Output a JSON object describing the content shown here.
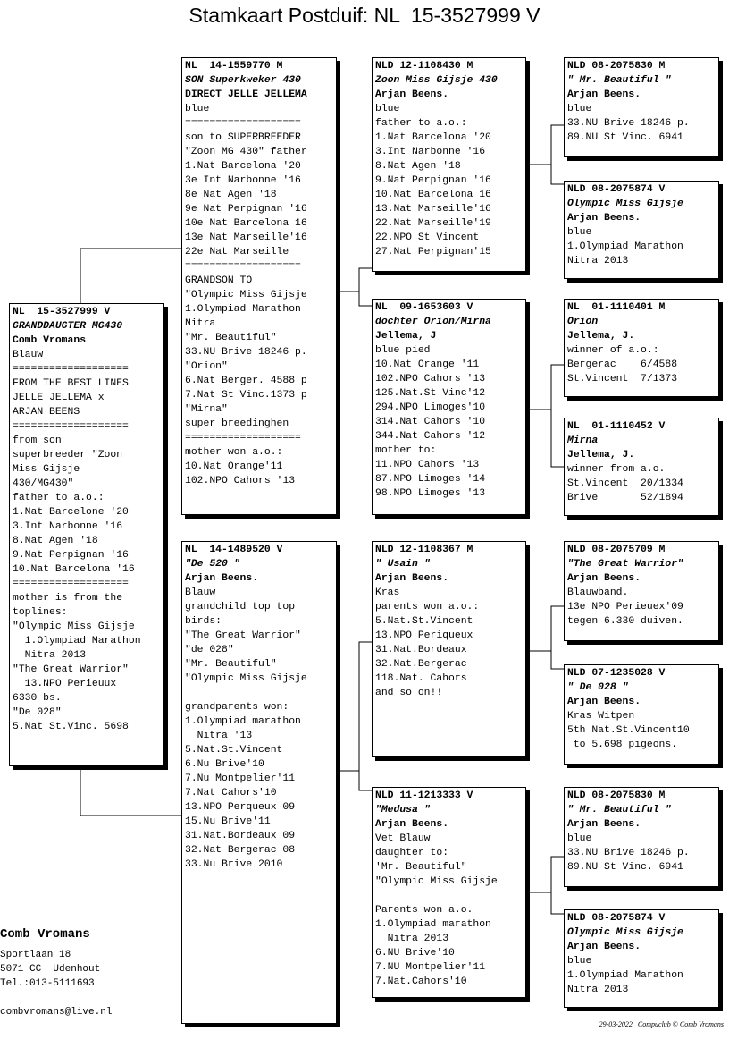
{
  "title": "Stamkaart Postduif: NL  15-3527999 V",
  "cards": {
    "subject": {
      "ring": "NL  15-3527999 V",
      "name": "GRANDDAUGTER MG430",
      "owner": "Comb Vromans",
      "lines": [
        "Blauw",
        "===================",
        "FROM THE BEST LINES",
        "JELLE JELLEMA x",
        "ARJAN BEENS",
        "===================",
        "from son",
        "superbreeder \"Zoon",
        "Miss Gijsje",
        "430/MG430\"",
        "father to a.o.:",
        "1.Nat Barcelone '20",
        "3.Int Narbonne '16",
        "8.Nat Agen '18",
        "9.Nat Perpignan '16",
        "10.Nat Barcelona '16",
        "===================",
        "mother is from the",
        "toplines:",
        "\"Olympic Miss Gijsje",
        "  1.Olympiad Marathon",
        "  Nitra 2013",
        "\"The Great Warrior\"",
        "  13.NPO Perieuux",
        "6330 bs.",
        "\"De 028\"",
        "5.Nat St.Vinc. 5698"
      ]
    },
    "sire": {
      "ring": "NL  14-1559770 M",
      "name": "SON Superkweker 430",
      "owner": "DIRECT JELLE JELLEMA",
      "lines": [
        "blue",
        "===================",
        "son to SUPERBREEDER",
        "\"Zoon MG 430\" father",
        "1.Nat Barcelona '20",
        "3e Int Narbonne '16",
        "8e Nat Agen '18",
        "9e Nat Perpignan '16",
        "10e Nat Barcelona 16",
        "13e Nat Marseille'16",
        "22e Nat Marseille",
        "===================",
        "GRANDSON TO",
        "\"Olympic Miss Gijsje",
        "1.Olympiad Marathon",
        "Nitra",
        "\"Mr. Beautiful\"",
        "33.NU Brive 18246 p.",
        "\"Orion\"",
        "6.Nat Berger. 4588 p",
        "7.Nat St Vinc.1373 p",
        "\"Mirna\"",
        "super breedinghen",
        "===================",
        "mother won a.o.:",
        "10.Nat Orange'11",
        "102.NPO Cahors '13"
      ]
    },
    "dam": {
      "ring": "NL  14-1489520 V",
      "name": "\"De 520 \"",
      "owner": "Arjan Beens.",
      "lines": [
        "Blauw",
        "grandchild top top",
        "birds:",
        "\"The Great Warrior\"",
        "\"de 028\"",
        "\"Mr. Beautiful\"",
        "\"Olympic Miss Gijsje",
        "",
        "grandparents won:",
        "1.Olympiad marathon",
        "  Nitra '13",
        "5.Nat.St.Vincent",
        "6.Nu Brive'10",
        "7.Nu Montpelier'11",
        "7.Nat Cahors'10",
        "13.NPO Perqueux 09",
        "15.Nu Brive'11",
        "31.Nat.Bordeaux 09",
        "32.Nat Bergerac 08",
        "33.Nu Brive 2010"
      ]
    },
    "ss": {
      "ring": "NLD 12-1108430 M",
      "name": "Zoon Miss Gijsje 430",
      "owner": "Arjan Beens.",
      "lines": [
        "blue",
        "father to a.o.:",
        "1.Nat Barcelona '20",
        "3.Int Narbonne '16",
        "8.Nat Agen '18",
        "9.Nat Perpignan '16",
        "10.Nat Barcelona 16",
        "13.Nat Marseille'16",
        "22.Nat Marseille'19",
        "22.NPO St Vincent",
        "27.Nat Perpignan'15"
      ]
    },
    "sd": {
      "ring": "NL  09-1653603 V",
      "name": "dochter Orion/Mirna",
      "owner": "Jellema, J",
      "lines": [
        "blue pied",
        "10.Nat Orange '11",
        "102.NPO Cahors '13",
        "125.Nat.St Vinc'12",
        "294.NPO Limoges'10",
        "314.Nat Cahors '10",
        "344.Nat Cahors '12",
        "mother to:",
        "11.NPO Cahors '13",
        "87.NPO Limoges '14",
        "98.NPO Limoges '13"
      ]
    },
    "ds": {
      "ring": "NLD 12-1108367 M",
      "name": "\" Usain \"",
      "owner": "Arjan Beens.",
      "lines": [
        "Kras",
        "parents won a.o.:",
        "5.Nat.St.Vincent",
        "13.NPO Periqueux",
        "31.Nat.Bordeaux",
        "32.Nat.Bergerac",
        "118.Nat. Cahors",
        "and so on!!"
      ]
    },
    "dd": {
      "ring": "NLD 11-1213333 V",
      "name": "\"Medusa \"",
      "owner": "Arjan Beens.",
      "lines": [
        "Vet Blauw",
        "daughter to:",
        "'Mr. Beautiful\"",
        "\"Olympic Miss Gijsje",
        "",
        "Parents won a.o.",
        "1.Olympiad marathon",
        "  Nitra 2013",
        "6.NU Brive'10",
        "7.NU Montpelier'11",
        "7.Nat.Cahors'10"
      ]
    },
    "sss": {
      "ring": "NLD 08-2075830 M",
      "name": "\" Mr. Beautiful \"",
      "owner": "Arjan Beens.",
      "lines": [
        "blue",
        "33.NU Brive 18246 p.",
        "89.NU St Vinc. 6941"
      ]
    },
    "ssd": {
      "ring": "NLD 08-2075874 V",
      "name": "Olympic Miss Gijsje",
      "owner": "Arjan Beens.",
      "lines": [
        "blue",
        "1.Olympiad Marathon",
        "Nitra 2013"
      ]
    },
    "sds": {
      "ring": "NL  01-1110401 M",
      "name": "Orion",
      "owner": "Jellema, J.",
      "lines": [
        "winner of a.o.:",
        "Bergerac    6/4588",
        "St.Vincent  7/1373"
      ]
    },
    "sdd": {
      "ring": "NL  01-1110452 V",
      "name": "Mirna",
      "owner": "Jellema, J.",
      "lines": [
        "winner from a.o.",
        "St.Vincent  20/1334",
        "Brive       52/1894"
      ]
    },
    "dss": {
      "ring": "NLD 08-2075709 M",
      "name": "\"The Great Warrior\"",
      "owner": "Arjan Beens.",
      "lines": [
        "Blauwband.",
        "13e NPO Perieuex'09",
        "tegen 6.330 duiven."
      ]
    },
    "dsd": {
      "ring": "NLD 07-1235028 V",
      "name": "\" De 028 \"",
      "owner": "Arjan Beens.",
      "lines": [
        "Kras Witpen",
        "5th Nat.St.Vincent10",
        " to 5.698 pigeons."
      ]
    },
    "dds": {
      "ring": "NLD 08-2075830 M",
      "name": "\" Mr. Beautiful \"",
      "owner": "Arjan Beens.",
      "lines": [
        "blue",
        "33.NU Brive 18246 p.",
        "89.NU St Vinc. 6941"
      ]
    },
    "ddd": {
      "ring": "NLD 08-2075874 V",
      "name": "Olympic Miss Gijsje",
      "owner": "Arjan Beens.",
      "lines": [
        "blue",
        "1.Olympiad Marathon",
        "Nitra 2013"
      ]
    }
  },
  "breeder": {
    "name": "Comb Vromans",
    "address": "Sportlaan 18",
    "city": "5071 CC  Udenhout",
    "phone": "Tel.:013-5111693",
    "email": "combvromans@live.nl"
  },
  "footer": "29-03-2022   Compuclub © Comb Vromans"
}
